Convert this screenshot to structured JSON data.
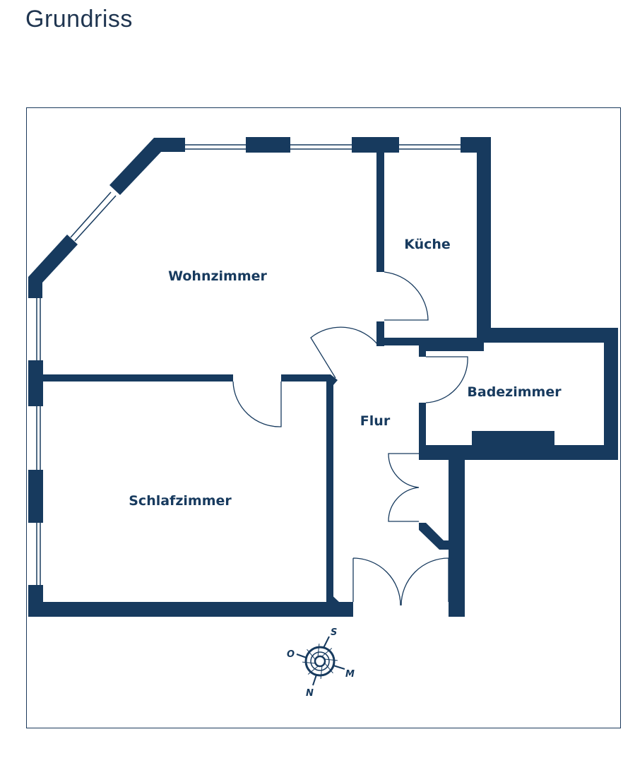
{
  "title": "Grundriss",
  "colors": {
    "wall": "#173a5e",
    "frame": "#1b3a5c"
  },
  "rooms": {
    "wohnzimmer": "Wohnzimmer",
    "kueche": "Küche",
    "badezimmer": "Badezimmer",
    "flur": "Flur",
    "schlafzimmer": "Schlafzimmer"
  },
  "compass": {
    "s": "S",
    "o": "O",
    "m": "M",
    "n": "N",
    "icon": "compass-rose-icon"
  }
}
